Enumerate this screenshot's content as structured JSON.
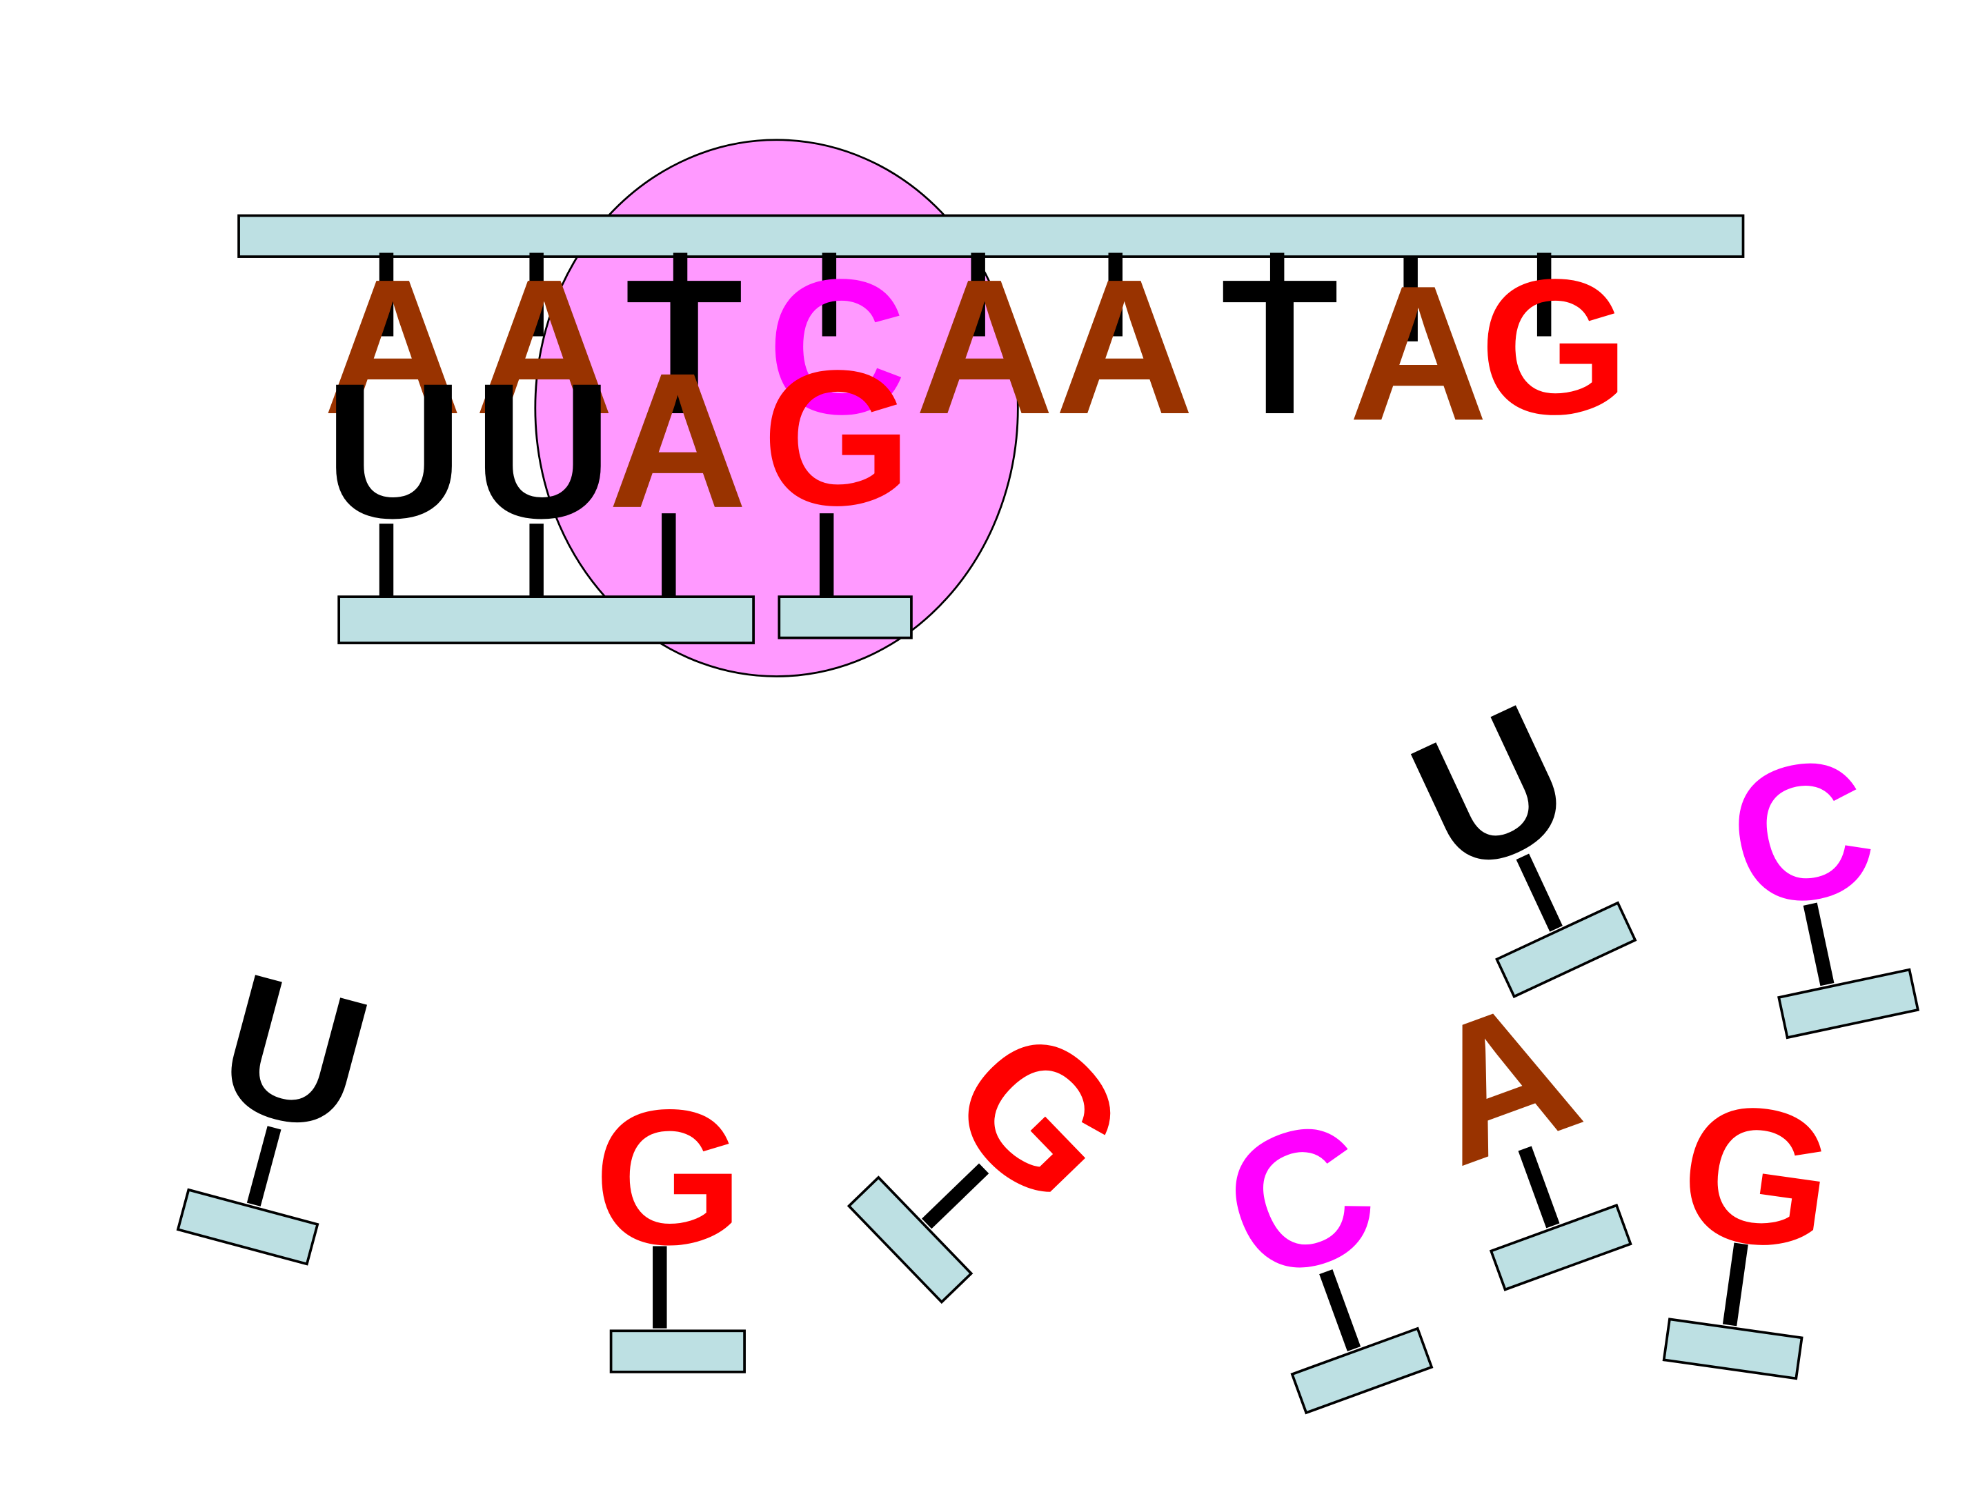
{
  "colors": {
    "A": "#993300",
    "T": "#000000",
    "U": "#000000",
    "C": "#ff00ff",
    "G": "#ff0000",
    "strand": "#bde0e3",
    "ribosome": "#ff99ff"
  },
  "dna_template": {
    "bases": [
      "A",
      "A",
      "T",
      "C",
      "A",
      "A",
      "T",
      "A",
      "G"
    ]
  },
  "mrna_growing": {
    "bases": [
      "U",
      "U",
      "A",
      "G"
    ]
  },
  "free_nucleotides": [
    {
      "base": "U"
    },
    {
      "base": "G"
    },
    {
      "base": "G"
    },
    {
      "base": "C"
    },
    {
      "base": "A"
    },
    {
      "base": "G"
    },
    {
      "base": "U"
    },
    {
      "base": "C"
    }
  ]
}
